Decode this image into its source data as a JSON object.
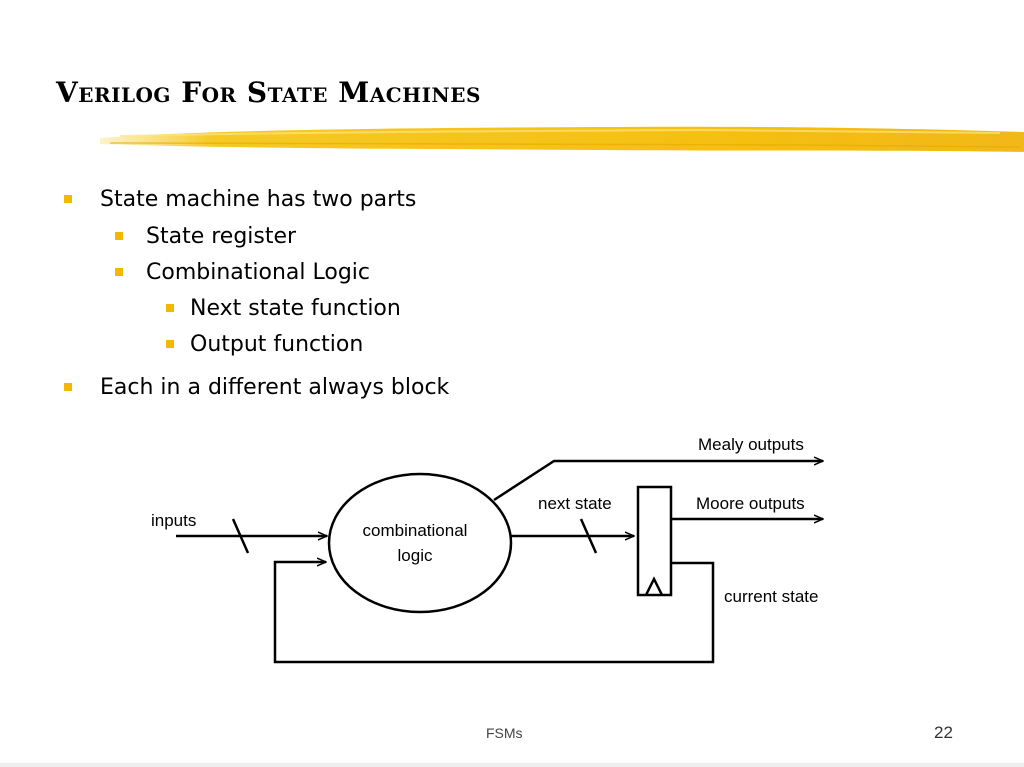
{
  "slide": {
    "title": "Verilog For State Machines",
    "accent_color": "#f5b800"
  },
  "bullets": [
    {
      "level": 1,
      "text": "State machine has two parts"
    },
    {
      "level": 2,
      "text": "State register"
    },
    {
      "level": 2,
      "text": "Combinational Logic"
    },
    {
      "level": 3,
      "text": "Next state function"
    },
    {
      "level": 3,
      "text": "Output function"
    },
    {
      "level": 1,
      "text": "Each in a different always block"
    }
  ],
  "diagram": {
    "inputs_label": "inputs",
    "logic_label_line1": "combinational",
    "logic_label_line2": "logic",
    "next_state_label": "next state",
    "mealy_label": "Mealy outputs",
    "moore_label": "Moore outputs",
    "current_state_label": "current state"
  },
  "footer": {
    "center_text": "FSMs",
    "page_number": "22"
  }
}
